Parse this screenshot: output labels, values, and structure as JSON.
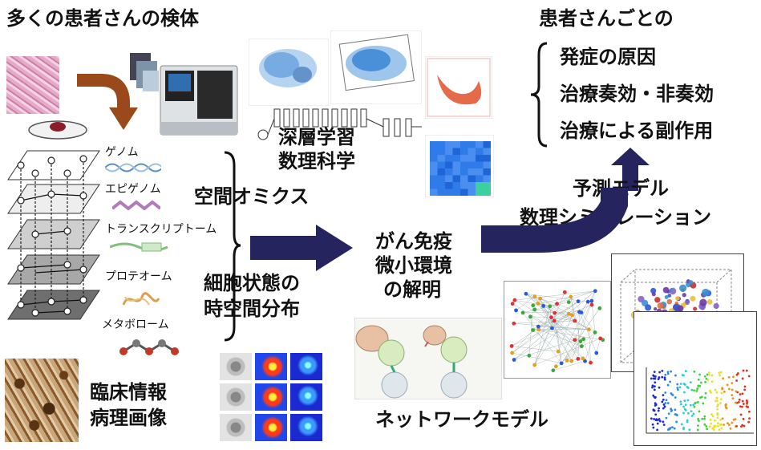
{
  "header": {
    "title": "多くの患者さんの検体",
    "outcome_title": "患者さんごとの"
  },
  "outcomes": {
    "items": [
      "発症の原因",
      "治療奏効・非奏効",
      "治療による副作用"
    ]
  },
  "omics": {
    "layers": [
      "ゲノム",
      "エピゲノム",
      "トランスクリプトーム",
      "プロテオーム",
      "メタボローム"
    ]
  },
  "clinical": {
    "line1": "臨床情報",
    "line2": "病理画像"
  },
  "spatial": {
    "label": "空間オミクス",
    "cell_line1": "細胞状態の",
    "cell_line2": "時空間分布"
  },
  "ml": {
    "line1": "深層学習",
    "line2": "数理科学"
  },
  "center": {
    "line1": "がん免疫",
    "line2": "微小環境",
    "line3": "の解明"
  },
  "prediction": {
    "line1": "予測モデル",
    "line2": "数理シミュレーション"
  },
  "network": {
    "label": "ネットワークモデル"
  },
  "colors": {
    "navy_arrow": "#26245e",
    "brown_arrow": "#9a4a1a"
  }
}
